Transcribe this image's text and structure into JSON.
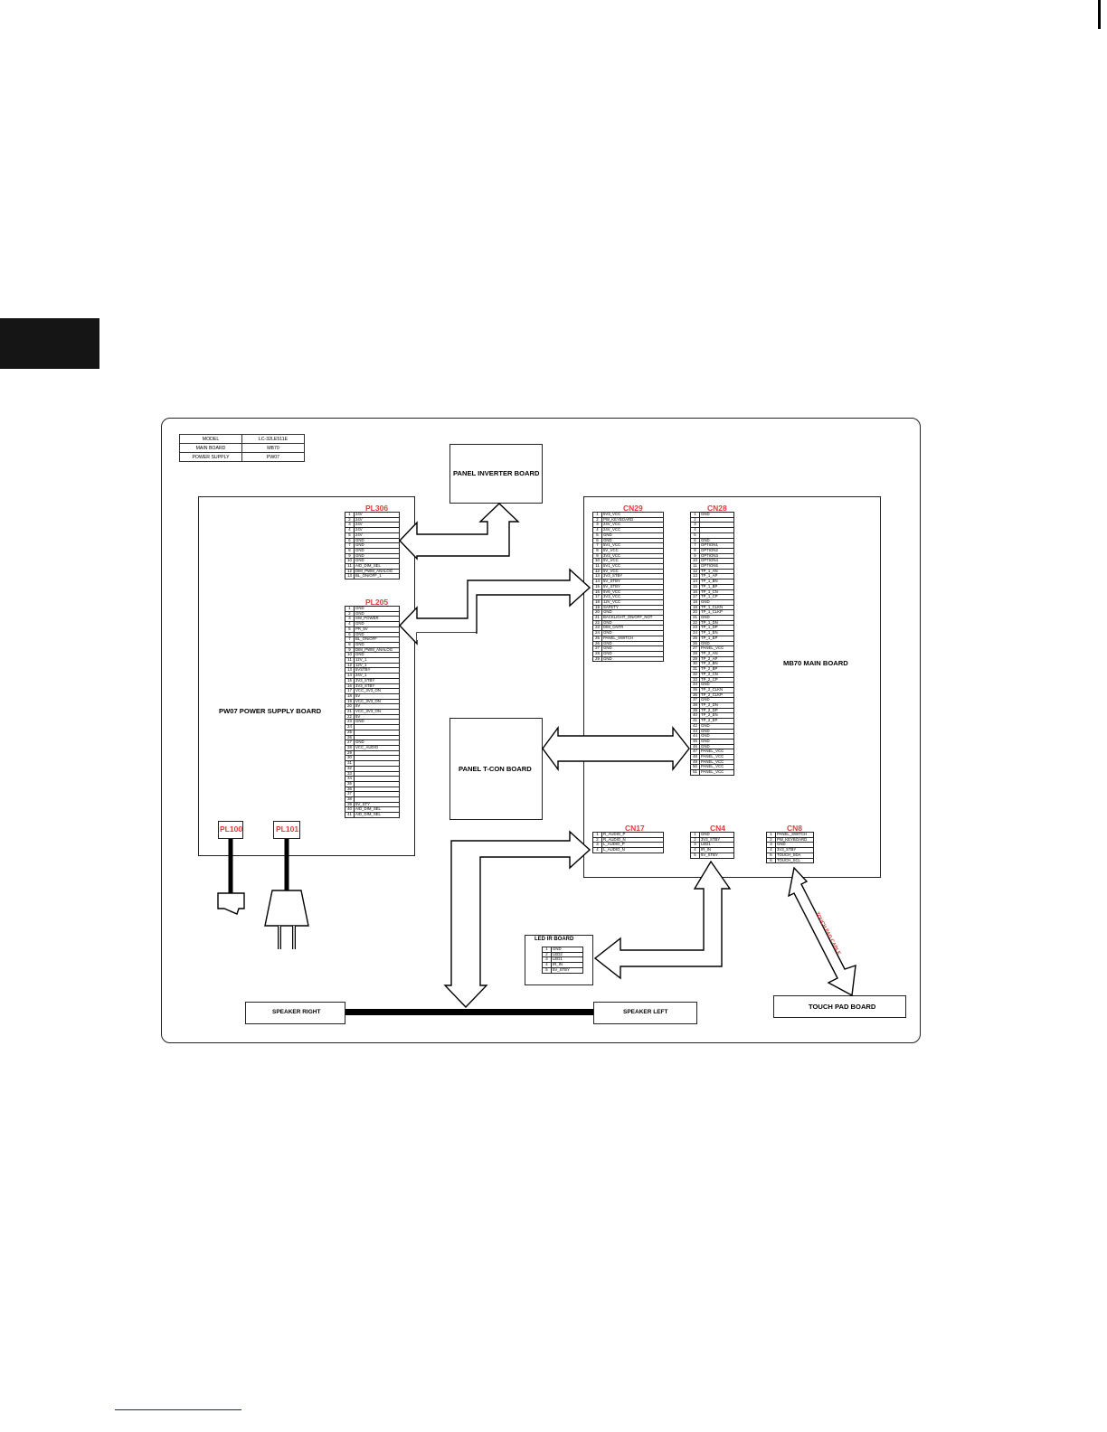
{
  "info_table": [
    [
      "MODEL",
      "LC-32LE511E"
    ],
    [
      "MAIN BOARD",
      "MB70"
    ],
    [
      "POWER SUPPLY",
      "PW07"
    ]
  ],
  "boards": {
    "panel_inverter": "PANEL INVERTER BOARD",
    "power_supply": "PW07 POWER SUPPLY BOARD",
    "main": "MB70 MAIN BOARD",
    "panel_tcon": "PANEL T-CON BOARD",
    "led_ir": "LED IR BOARD",
    "touch_pad": "TOUCH PAD BOARD",
    "speaker_right": "SPEAKER RIGHT",
    "speaker_left": "SPEAKER LEFT",
    "touch_pad_cable": "TOUCH PAD CABLE"
  },
  "connectors": {
    "pl306": {
      "label": "PL306",
      "pins": [
        "24V",
        "24V",
        "24V",
        "24V",
        "24V",
        "GND",
        "GND",
        "GND",
        "GND",
        "GND",
        "A/D_DIM_SEL",
        "DIM_PWM_ANALOG",
        "BL_ON/OFF_1"
      ]
    },
    "pl205": {
      "label": "PL205",
      "pins": [
        "GND",
        "GND",
        "SW_POWER",
        "GND",
        "PR_5V",
        "GND",
        "BL_ON/OFF",
        "GND",
        "DIM_PWM_ANALOG",
        "GND",
        "12V_1",
        "12V_1",
        "5VSTBY",
        "24V_1",
        "3V3_STBY",
        "3V3_STBY",
        "VCC_3V3_ON",
        "5V",
        "VCC_3V3_ON",
        "5V",
        "VCC_3V3_ON",
        "5V",
        "GND",
        "",
        "",
        "",
        "GND",
        "VCC_AUDIO",
        "",
        "",
        "",
        "",
        "",
        "",
        "",
        "",
        "",
        "",
        "5V_STY",
        "A/D_DIM_SEL",
        "A/D_DIM_SEL"
      ]
    },
    "cn29": {
      "label": "CN29",
      "pins": [
        "5V3_VCC",
        "PW_KEYBOARD",
        "24V_VCC",
        "24V_VCC",
        "GND",
        "GND",
        "5V1_VCC",
        "5V_VCC",
        "3V3_VCC",
        "5V_VCC",
        "5V1_VCC",
        "5V_VCC",
        "3V3_STBY",
        "5V_STBY",
        "5V_STBY",
        "5V6_VCC",
        "3V3_VCC",
        "12V_VCC",
        "SAFETY",
        "GND",
        "BACKLIGHT_ON/OFF_NOT",
        "GND",
        "DIM_CNTR",
        "GND",
        "PANEL_SWITCH",
        "GND",
        "GND",
        "GND",
        "GND"
      ]
    },
    "cn28": {
      "label": "CN28",
      "pins": [
        "GND",
        "",
        "",
        "",
        "",
        "GND",
        "OPTION1",
        "OPTION2",
        "OPTION3",
        "OPTION4",
        "OPTION5",
        "TP_1_AN",
        "TP_1_AP",
        "TP_1_BN",
        "TP_1_BP",
        "TP_1_CN",
        "TP_1_CP",
        "GND",
        "TP_1_CLKN",
        "TP_1_CLKP",
        "GND",
        "TP_1_DN",
        "TP_1_DP",
        "TP_1_EN",
        "TP_1_EP",
        "GND",
        "PANEL_VCC",
        "TP_2_AN",
        "TP_2_AP",
        "TP_2_BN",
        "TP_2_BP",
        "TP_2_CN",
        "TP_2_CP",
        "GND",
        "TP_2_CLKN",
        "TP_2_CLKP",
        "GND",
        "TP_2_DN",
        "TP_2_DP",
        "TP_2_EN",
        "TP_2_EP",
        "GND",
        "GND",
        "GND",
        "GND",
        "GND",
        "PANEL_VCC",
        "PANEL_VCC",
        "PANEL_VCC",
        "PANEL_VCC",
        "PANEL_VCC"
      ]
    },
    "cn17": {
      "label": "CN17",
      "pins": [
        "R_AUDIO_P",
        "R_AUDIO_N",
        "L_AUDIO_P",
        "L_AUDIO_N"
      ]
    },
    "cn4": {
      "label": "CN4",
      "pins": [
        "GND",
        "3V3_STBY",
        "LED1",
        "IR_IN",
        "5V_STBY"
      ]
    },
    "cn8": {
      "label": "CN8",
      "pins": [
        "PANEL_SWITCH",
        "PW_KEYBOARD",
        "GND",
        "3V3_STBY",
        "TOUCH_SDA",
        "TOUCH_SCL"
      ]
    },
    "led_ir": {
      "pins": [
        "GND",
        "LED2",
        "LED1",
        "IR_IN",
        "5V_STBY"
      ]
    },
    "pl100": "PL100",
    "pl101": "PL101"
  }
}
